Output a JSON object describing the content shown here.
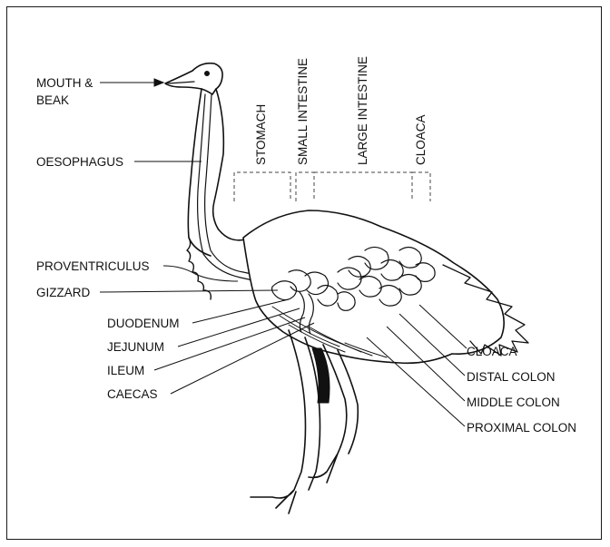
{
  "left_labels": {
    "mouth": "MOUTH &",
    "beak": "BEAK",
    "oesophagus": "OESOPHAGUS",
    "proventriculus": "PROVENTRICULUS",
    "gizzard": "GIZZARD",
    "duodenum": "DUODENUM",
    "jejunum": "JEJUNUM",
    "ileum": "ILEUM",
    "caecas": "CAECAS"
  },
  "top_labels": {
    "stomach": "STOMACH",
    "small_intestine": "SMALL INTESTINE",
    "large_intestine": "LARGE INTESTINE",
    "cloaca": "CLOACA"
  },
  "right_labels": {
    "cloaca": "CLOACA",
    "distal_colon": "DISTAL COLON",
    "middle_colon": "MIDDLE COLON",
    "proximal_colon": "PROXIMAL COLON"
  }
}
